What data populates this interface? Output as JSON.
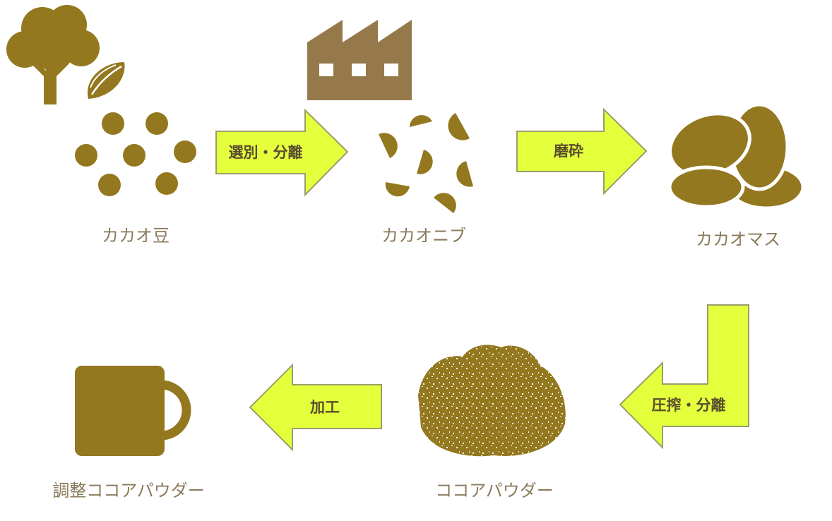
{
  "colors": {
    "cocoa": "#93781f",
    "factory": "#95794a",
    "arrow_fill": "#e4ff3c",
    "arrow_stroke": "#9a9e6a",
    "label_text": "#8a7a5a",
    "arrow_text": "#5a4e2e"
  },
  "stages": {
    "beans": "カカオ豆",
    "nibs": "カカオニブ",
    "mass": "カカオマス",
    "powder": "ココアパウダー",
    "adjusted": "調整ココアパウダー"
  },
  "steps": {
    "sort_separate": "選別・分離",
    "grind": "磨砕",
    "press_separate": "圧搾・分離",
    "process": "加工"
  },
  "icons": {
    "tree": "tree-icon",
    "pod": "cacao-pod-icon",
    "factory": "factory-icon",
    "beans": "beans-icon",
    "nibs": "nibs-icon",
    "mass": "cacao-mass-icon",
    "powder": "powder-pile-icon",
    "mug": "mug-icon"
  }
}
